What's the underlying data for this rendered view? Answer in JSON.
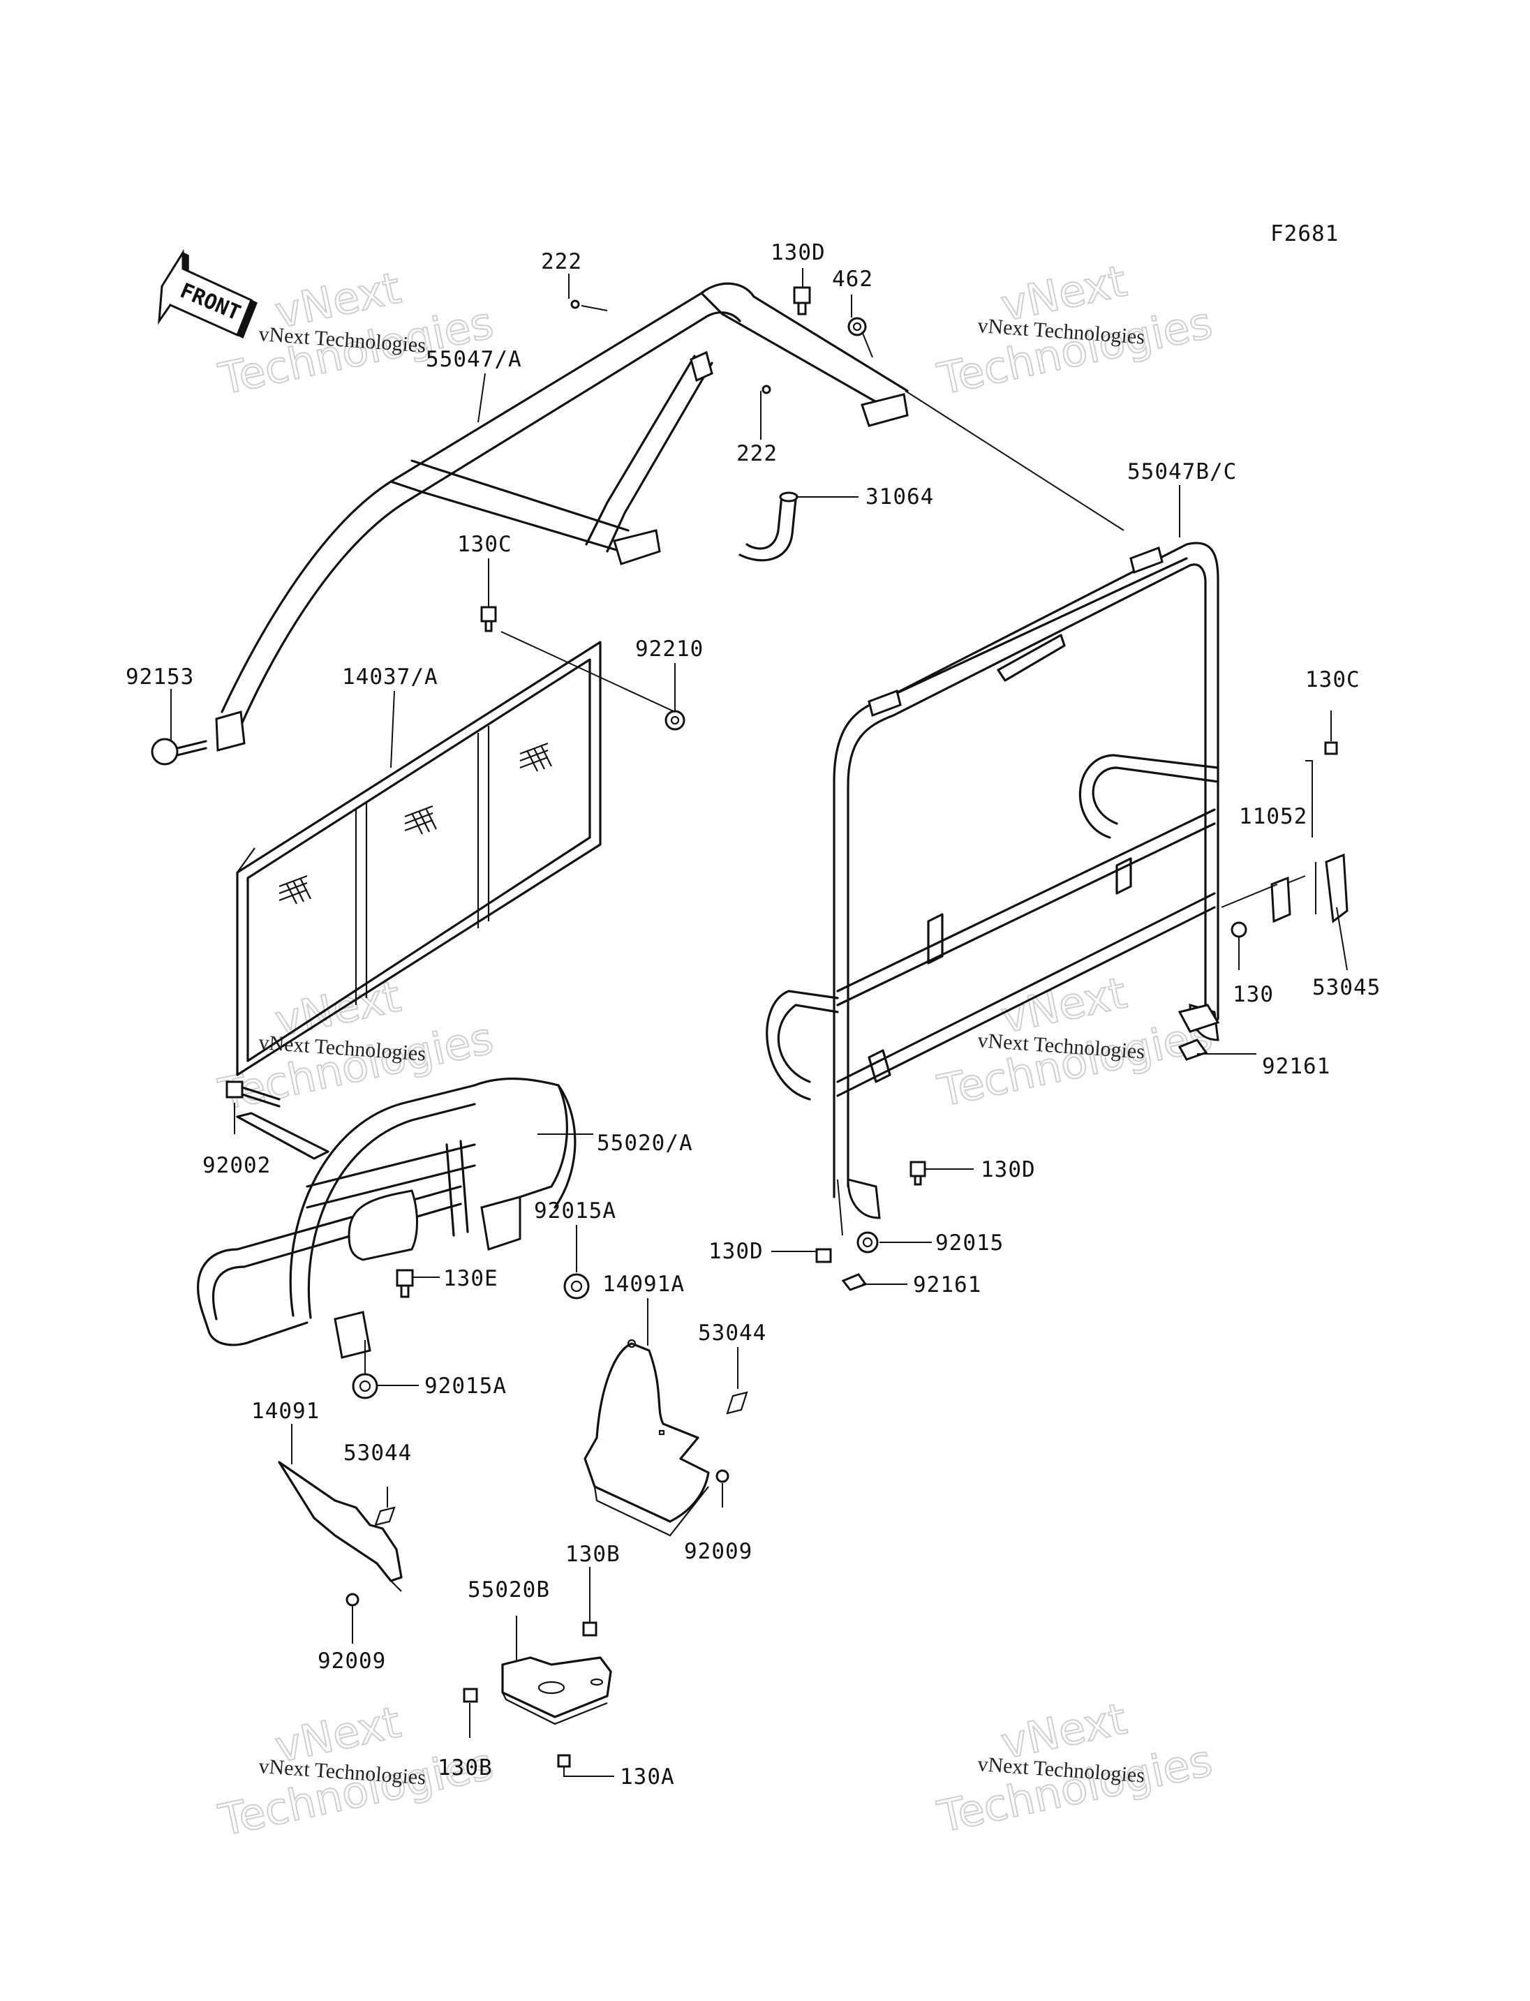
{
  "diagram_id": "F2681",
  "direction_indicator": "FRONT",
  "watermark": {
    "line1": "vNext",
    "line2": "Technologies",
    "small": "vNext Technologies"
  },
  "callouts": [
    {
      "id": "c222a",
      "label": "222"
    },
    {
      "id": "c130d_top",
      "label": "130D"
    },
    {
      "id": "c462",
      "label": "462"
    },
    {
      "id": "c55047a",
      "label": "55047/A"
    },
    {
      "id": "c222b",
      "label": "222"
    },
    {
      "id": "c31064",
      "label": "31064"
    },
    {
      "id": "c55047bc",
      "label": "55047B/C"
    },
    {
      "id": "c130c_left",
      "label": "130C"
    },
    {
      "id": "c92210",
      "label": "92210"
    },
    {
      "id": "c92153",
      "label": "92153"
    },
    {
      "id": "c14037a",
      "label": "14037/A"
    },
    {
      "id": "c130c_right",
      "label": "130C"
    },
    {
      "id": "c11052",
      "label": "11052"
    },
    {
      "id": "c130",
      "label": "130"
    },
    {
      "id": "c53045",
      "label": "53045"
    },
    {
      "id": "c92161_top",
      "label": "92161"
    },
    {
      "id": "c92002",
      "label": "92002"
    },
    {
      "id": "c55020a",
      "label": "55020/A"
    },
    {
      "id": "c92015a_top",
      "label": "92015A"
    },
    {
      "id": "c130e",
      "label": "130E"
    },
    {
      "id": "c130d_mid",
      "label": "130D"
    },
    {
      "id": "c92015",
      "label": "92015"
    },
    {
      "id": "c130d_low",
      "label": "130D"
    },
    {
      "id": "c92161_low",
      "label": "92161"
    },
    {
      "id": "c14091a",
      "label": "14091A"
    },
    {
      "id": "c92015a_low",
      "label": "92015A"
    },
    {
      "id": "c53044_right",
      "label": "53044"
    },
    {
      "id": "c14091",
      "label": "14091"
    },
    {
      "id": "c53044_left",
      "label": "53044"
    },
    {
      "id": "c92009_right",
      "label": "92009"
    },
    {
      "id": "c130b_top",
      "label": "130B"
    },
    {
      "id": "c55020b",
      "label": "55020B"
    },
    {
      "id": "c92009_left",
      "label": "92009"
    },
    {
      "id": "c130b_low",
      "label": "130B"
    },
    {
      "id": "c130a",
      "label": "130A"
    }
  ]
}
